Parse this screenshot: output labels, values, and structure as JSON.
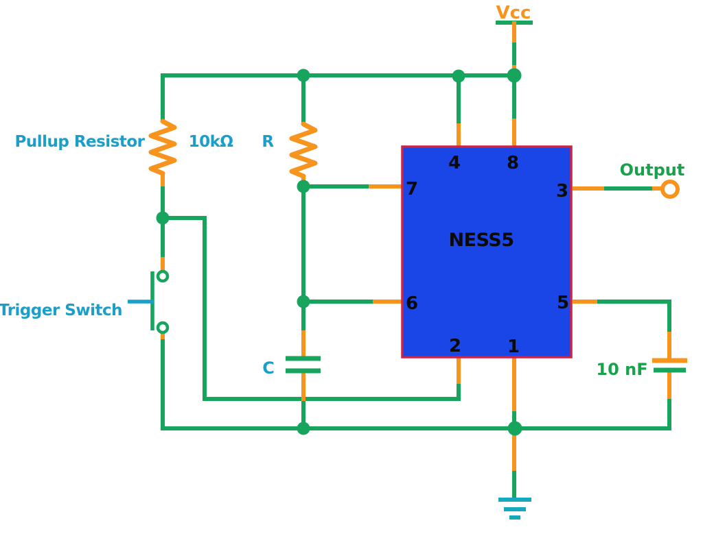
{
  "diagram": {
    "labels": {
      "vcc": "Vcc",
      "output": "Output",
      "pullup_resistor": "Pullup Resistor",
      "pullup_value": "10kΩ",
      "timing_resistor": "R",
      "trigger_switch": "Trigger Switch",
      "timing_capacitor": "C",
      "bypass_value": "10 nF"
    },
    "ic": {
      "label": "NESS5",
      "pins": {
        "top_left": "4",
        "top_right": "8",
        "left_top": "7",
        "left_bottom": "6",
        "right_top": "3",
        "right_bottom": "5",
        "bottom_left": "2",
        "bottom_right": "1"
      }
    },
    "colors": {
      "wire": "#17a45c",
      "component": "#f7941d",
      "label": "#1b9fc9",
      "label_green": "#18a24b",
      "ground": "#16a8bd",
      "ic_fill": "#1a46e8",
      "ic_border": "#c92347",
      "pin_text": "#0a0a0a",
      "background": "#ffffff"
    }
  }
}
